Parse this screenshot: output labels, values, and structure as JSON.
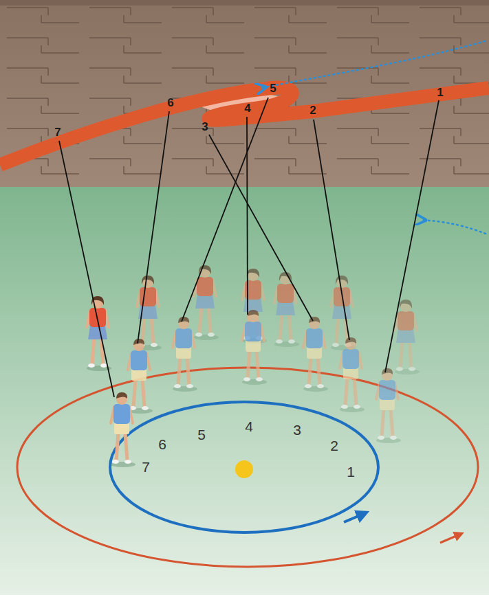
{
  "diagram": {
    "labels": [
      "1",
      "2",
      "3",
      "4",
      "5",
      "6",
      "7",
      "1",
      "2",
      "3",
      "4",
      "5",
      "6",
      "7"
    ]
  }
}
